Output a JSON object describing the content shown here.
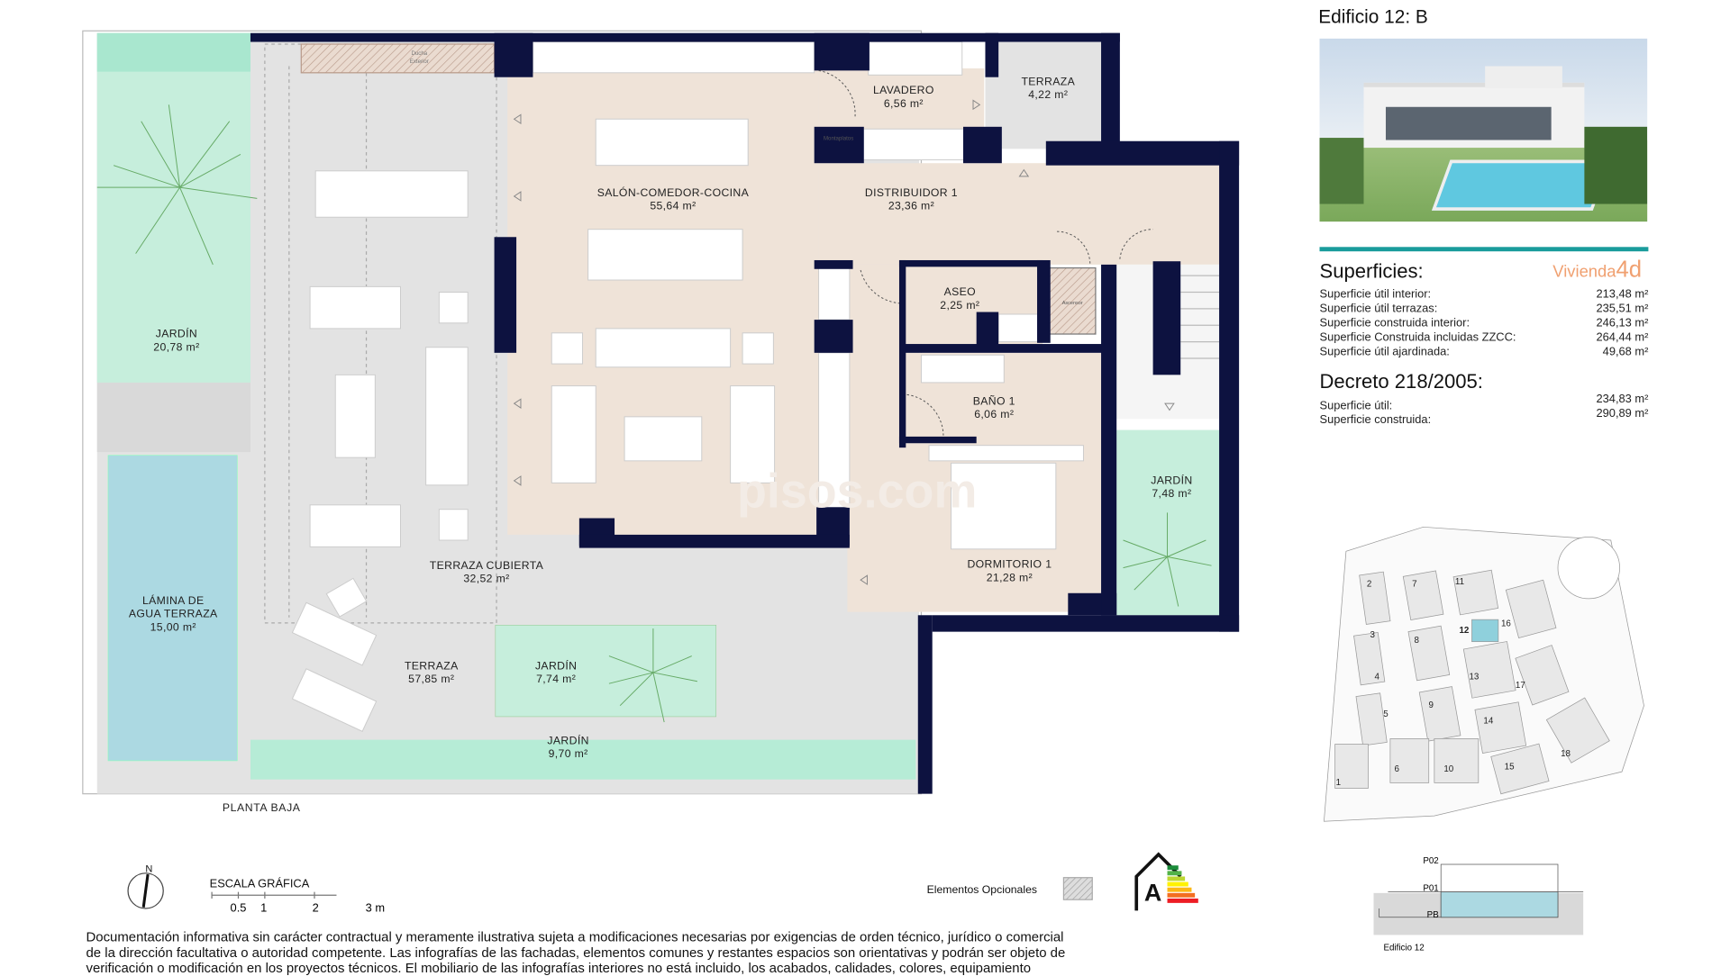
{
  "header": {
    "title": "Edificio 12: B"
  },
  "surfaces": {
    "title": "Superficies:",
    "unit_type_prefix": "Vivienda",
    "unit_type_code": "4d",
    "rows": [
      {
        "label": "Superficie útil interior:",
        "value": "213,48 m²"
      },
      {
        "label": "Superficie útil terrazas:",
        "value": "235,51 m²"
      },
      {
        "label": "Superficie construida interior:",
        "value": "246,13 m²"
      },
      {
        "label": "Superficie Construida incluidas ZZCC:",
        "value": "264,44 m²"
      },
      {
        "label": "Superficie útil ajardinada:",
        "value": "49,68 m²"
      }
    ]
  },
  "decree": {
    "title": "Decreto 218/2005:",
    "rows": [
      {
        "label": "Superficie útil:",
        "value": "234,83 m²"
      },
      {
        "label": "Superficie construida:",
        "value": "290,89 m²"
      }
    ]
  },
  "plan": {
    "floor_label": "PLANTA BAJA",
    "rooms": [
      {
        "name": "JARDÍN",
        "area": "20,78 m²"
      },
      {
        "name": "LÁMINA DE",
        "name2": "AGUA TERRAZA",
        "area": "15,00 m²"
      },
      {
        "name": "SALÓN-COMEDOR-COCINA",
        "area": "55,64 m²"
      },
      {
        "name": "LAVADERO",
        "area": "6,56 m²"
      },
      {
        "name": "TERRAZA",
        "area": "4,22 m²"
      },
      {
        "name": "DISTRIBUIDOR 1",
        "area": "23,36 m²"
      },
      {
        "name": "ASEO",
        "area": "2,25 m²"
      },
      {
        "name": "BAÑO 1",
        "area": "6,06 m²"
      },
      {
        "name": "DORMITORIO 1",
        "area": "21,28 m²"
      },
      {
        "name": "JARDÍN",
        "area": "7,48 m²"
      },
      {
        "name": "TERRAZA CUBIERTA",
        "area": "32,52 m²"
      },
      {
        "name": "TERRAZA",
        "area": "57,85 m²"
      },
      {
        "name": "JARDÍN",
        "area": "7,74 m²"
      },
      {
        "name": "JARDÍN",
        "area": "9,70 m²"
      }
    ],
    "small_labels": {
      "shower1": "Ducha",
      "shower2": "Exterior",
      "dumbwaiter": "Montaplatos",
      "lift": "Ascensor"
    },
    "watermark": "pisos.com"
  },
  "legend": {
    "north": "N",
    "scale_title": "ESCALA GRÁFICA",
    "scale_ticks": [
      "0.5",
      "1",
      "2",
      "3 m"
    ],
    "optional_elements": "Elementos Opcionales",
    "energy_rating": "A"
  },
  "site_map": {
    "buildings": [
      "1",
      "2",
      "3",
      "4",
      "5",
      "6",
      "7",
      "8",
      "9",
      "10",
      "11",
      "12",
      "13",
      "14",
      "15",
      "16",
      "17",
      "18"
    ],
    "highlight": "12"
  },
  "section": {
    "levels": [
      "P02",
      "P01",
      "PB"
    ],
    "caption": "Edificio 12"
  },
  "disclaimer": [
    "Documentación informativa sin carácter contractual y meramente ilustrativa sujeta a modificaciones necesarias por exigencias de orden técnico, jurídico o comercial",
    "de la dirección facultativa o autoridad competente. Las infografías de las fachadas, elementos comunes y restantes espacios son orientativas y podrán ser objeto de",
    "verificación o modificación en los proyectos técnicos. El mobiliario de las infografías interiores no está incluido, los acabados, calidades, colores, equipamiento"
  ],
  "colors": {
    "wall": "#0d1240",
    "interior": "#efe3d8",
    "garden": "#c6eedc",
    "water": "#acd9e2",
    "terrace": "#e3e3e3",
    "accent_teal": "#1a9c9c",
    "accent_orange": "#f0a070"
  }
}
